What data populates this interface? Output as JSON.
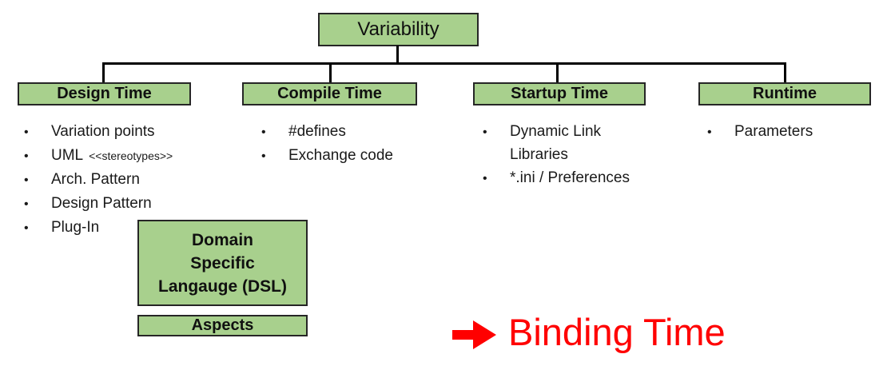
{
  "title_box": {
    "label": "Variability"
  },
  "branches": [
    {
      "header": "Design Time",
      "items": [
        {
          "text": "Variation points"
        },
        {
          "text": "UML",
          "small": "<<stereotypes>>"
        },
        {
          "text": "Arch. Pattern"
        },
        {
          "text": "Design Pattern"
        },
        {
          "text": "Plug-In"
        }
      ]
    },
    {
      "header": "Compile Time",
      "items": [
        {
          "text": "#defines"
        },
        {
          "text": "Exchange code"
        }
      ]
    },
    {
      "header": "Startup Time",
      "items": [
        {
          "text": "Dynamic Link Libraries"
        },
        {
          "text": "*.ini / Preferences"
        }
      ]
    },
    {
      "header": "Runtime",
      "items": [
        {
          "text": "Parameters"
        }
      ]
    }
  ],
  "design_sub_boxes": {
    "dsl": {
      "lines": [
        "Domain",
        "Specific",
        "Langauge (DSL)"
      ]
    },
    "aspects": {
      "label": "Aspects"
    }
  },
  "annotation": {
    "label": "Binding Time",
    "icon": "right-arrow"
  },
  "icons": {
    "bullet": "•"
  },
  "colors": {
    "box_fill": "#a8d08d",
    "box_border": "#262626",
    "connector": "#000000",
    "accent_red": "#ff0000",
    "background": "#ffffff"
  }
}
